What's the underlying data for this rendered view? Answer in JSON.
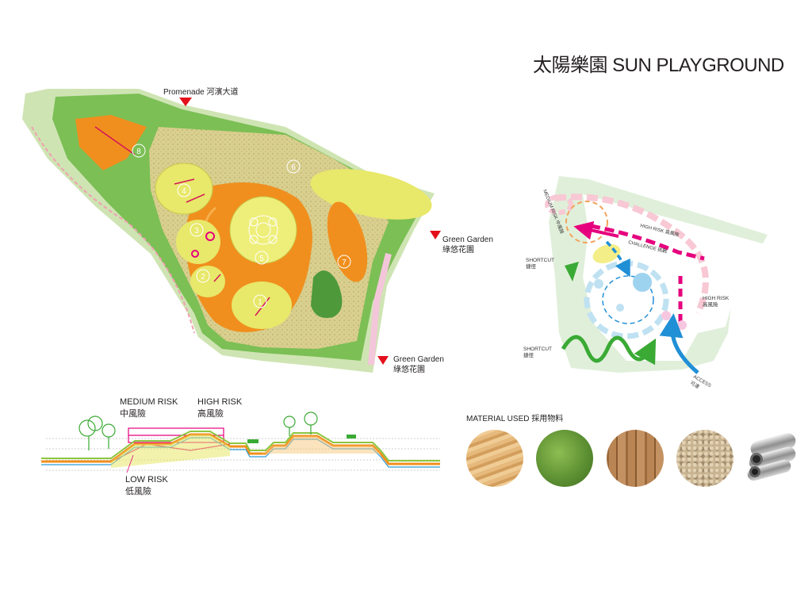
{
  "title": "太陽樂園 SUN PLAYGROUND",
  "plan": {
    "promenade": {
      "en": "Promenade",
      "zh": "河濱大道"
    },
    "garden_top": {
      "en": "Green Garden",
      "zh": "綠悠花園"
    },
    "garden_bottom": {
      "en": "Green Garden",
      "zh": "綠悠花園"
    },
    "zone_numbers": [
      "1",
      "2",
      "3",
      "4",
      "5",
      "6",
      "7",
      "8"
    ]
  },
  "risk_diagram": {
    "medium_risk": "MEDIUM RISK 中風險",
    "high_risk_top": "HIGH RISK 高風險",
    "challenge": "CHALLENGE 挑戰",
    "shortcut_top": {
      "en": "SHORTCUT",
      "zh": "捷徑"
    },
    "shortcut_bottom": {
      "en": "SHORTCUT",
      "zh": "捷徑"
    },
    "high_risk_right": {
      "en": "HIGH RISK",
      "zh": "高風險"
    },
    "access": {
      "en": "ACCESS",
      "zh": "可達"
    }
  },
  "section": {
    "medium_risk": {
      "en": "MEDIUM RISK",
      "zh": "中風險"
    },
    "high_risk": {
      "en": "HIGH RISK",
      "zh": "高風險"
    },
    "low_risk": {
      "en": "LOW RISK",
      "zh": "低風險"
    }
  },
  "materials": {
    "title": "MATERIAL USED 採用物料",
    "items": [
      "sand-texture",
      "grass-texture",
      "wood-texture",
      "gravel-texture",
      "steel-pipe-texture"
    ]
  },
  "colors": {
    "grass": "#6fb64a",
    "orange": "#f08f1e",
    "yellow": "#e8e86a",
    "magenta": "#e6007e",
    "blue": "#1f8fd6",
    "arrow_green": "#3aaa35",
    "marker_red": "#e3101b"
  }
}
